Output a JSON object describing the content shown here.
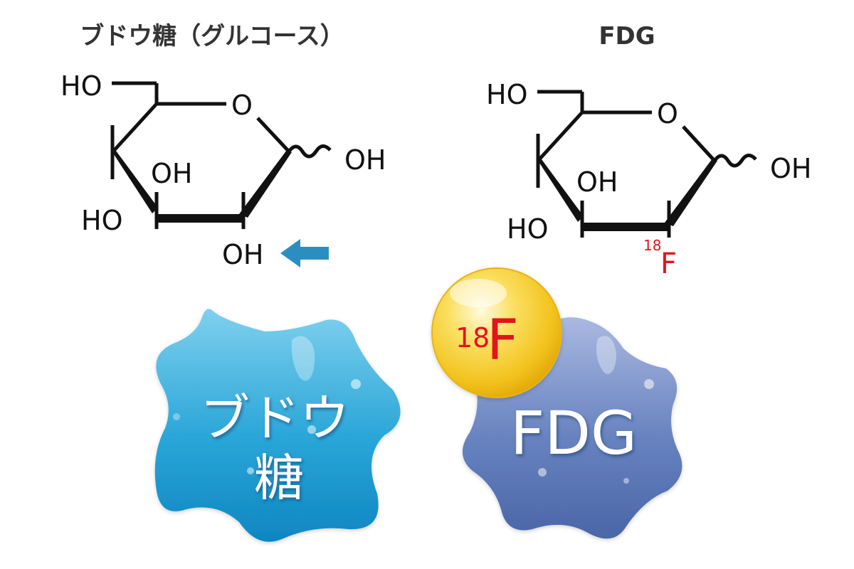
{
  "glucose": {
    "title": "ブドウ糖（グルコース）",
    "atoms": {
      "ho_top": "HO",
      "ring_o": "O",
      "oh_right": "OH",
      "oh_inner": "OH",
      "ho_left": "HO",
      "oh_bottom": "OH"
    },
    "arrow_color": "#2a8fc0"
  },
  "fdg": {
    "title": "FDG",
    "atoms": {
      "ho_top": "HO",
      "ring_o": "O",
      "oh_right": "OH",
      "oh_inner": "OH",
      "ho_left": "HO"
    },
    "fluorine": {
      "mass": "18",
      "symbol": "F",
      "color": "#e1141c"
    }
  },
  "badges": {
    "glucose_line1": "ブドウ",
    "glucose_line2": "糖",
    "fdg_label": "FDG",
    "isotope_mass": "18",
    "isotope_symbol": "F",
    "isotope_color": "#e1141c",
    "glucose_color": "#29a9d6",
    "fdg_color": "#5a78b6",
    "sphere_color": "#f3c623"
  }
}
